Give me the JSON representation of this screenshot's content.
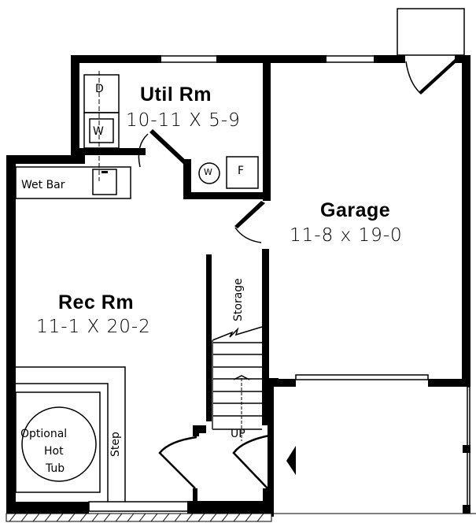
{
  "plan": {
    "type": "basement floor plan",
    "colors": {
      "wall": "#000000",
      "background": "#ffffff"
    }
  },
  "rooms": {
    "util": {
      "name": "Util Rm",
      "dims": "10-11 X 5-9"
    },
    "garage": {
      "name": "Garage",
      "dims": "11-8 x 19-0"
    },
    "rec": {
      "name": "Rec Rm",
      "dims": "11-1 X 20-2"
    }
  },
  "labels": {
    "wet_bar": "Wet Bar",
    "storage": "Storage",
    "step": "Step",
    "up": "UP",
    "hot_tub_line1": "Optional",
    "hot_tub_line2": "Hot",
    "hot_tub_line3": "Tub"
  },
  "appliances": {
    "dryer": "D",
    "washer": "W",
    "water_heater": "W",
    "furnace": "F"
  }
}
